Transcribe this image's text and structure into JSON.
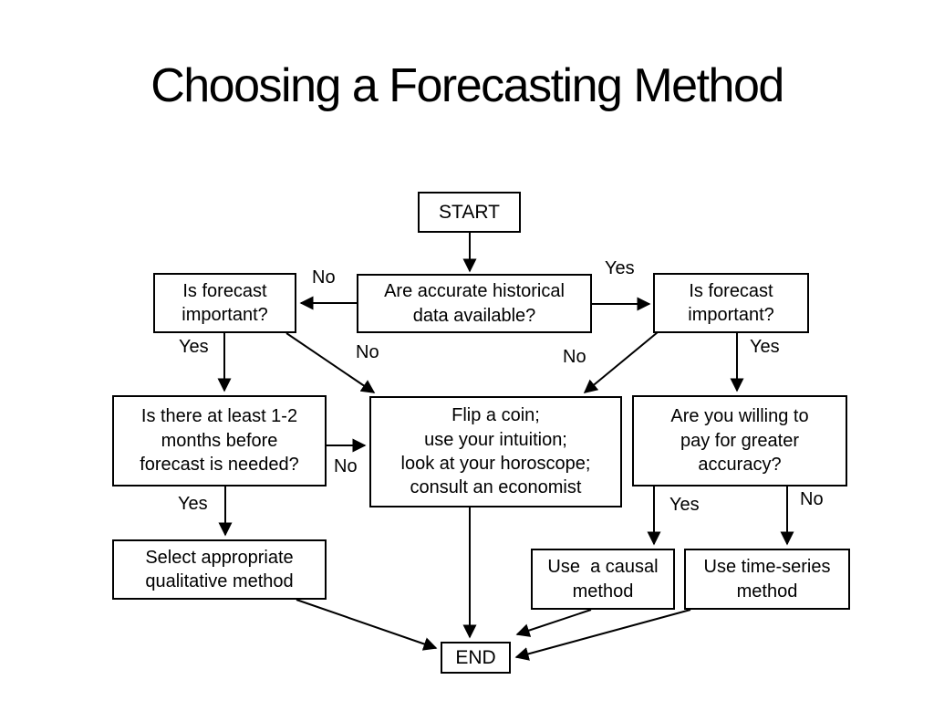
{
  "title": "Choosing a Forecasting Method",
  "flowchart": {
    "nodes": {
      "start": {
        "label": "START"
      },
      "data_available": {
        "label": "Are accurate historical\ndata available?"
      },
      "forecast_important_left": {
        "label": "Is forecast\nimportant?"
      },
      "forecast_important_right": {
        "label": "Is forecast\nimportant?"
      },
      "months_before": {
        "label": "Is there at least 1-2\nmonths before\nforecast is needed?"
      },
      "flip_coin": {
        "label": "Flip a coin;\nuse your intuition;\nlook at your horoscope;\nconsult an economist"
      },
      "pay_accuracy": {
        "label": "Are you willing to\npay for greater\naccuracy?"
      },
      "qualitative": {
        "label": "Select appropriate\nqualitative method"
      },
      "causal": {
        "label": "Use  a causal\nmethod"
      },
      "time_series": {
        "label": "Use time-series\nmethod"
      },
      "end": {
        "label": "END"
      }
    },
    "edge_labels": {
      "no_data_to_left": "No",
      "yes_data_to_right": "Yes",
      "yes_left_down": "Yes",
      "no_left_diagonal": "No",
      "no_right_diagonal": "No",
      "yes_right_down": "Yes",
      "no_months_right": "No",
      "yes_months_down": "Yes",
      "yes_pay_down": "Yes",
      "no_pay_down": "No"
    },
    "colors": {
      "line": "#000000",
      "background": "#ffffff",
      "text": "#000000"
    }
  }
}
